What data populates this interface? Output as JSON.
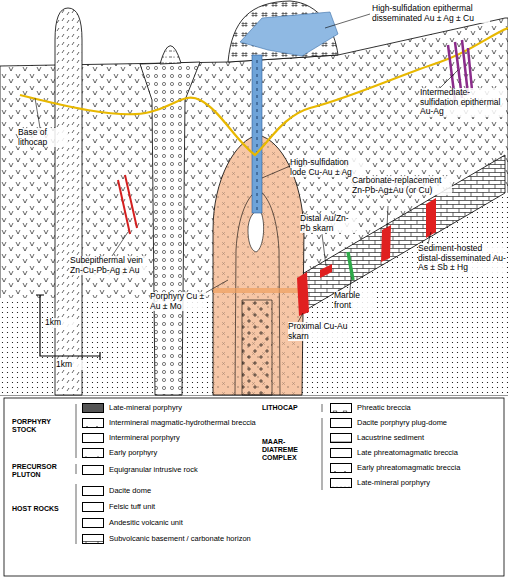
{
  "diagram": {
    "labels": [
      "High-sulfidation epithermal disseminated Au ± Ag ± Cu",
      "Intermediate-sulfidation epithermal Au-Ag",
      "Base of lithocap",
      "High-sulfidation lode Cu-Au ± Ag",
      "Carbonate-replacement Zn-Pb-Ag±Au (or Cu)",
      "Distal Au/Zn-Pb skarn",
      "Subepithermal vein Zn-Cu-Pb-Ag ± Au",
      "Marble front",
      "Sediment-hosted distal-disseminated Au-As ± Sb ± Hg",
      "Porphyry Cu ± Au ± Mo",
      "Proximal Cu-Au skarn",
      "1km",
      "1km",
      "PORPHYRY STOCK",
      "PRECURSOR PLUTON",
      "HOST ROCKS",
      "LITHOCAP",
      "MAAR-DIATREME COMPLEX"
    ],
    "legend": [
      {
        "text": "Late-mineral porphyry",
        "color": "#555555"
      },
      {
        "text": "Intermineral magmatic-hydrothermal breccia"
      },
      {
        "text": "Intermineral porphyry"
      },
      {
        "text": "Early porphyry"
      },
      {
        "text": "Equigranular intrusive rock"
      },
      {
        "text": "Dacite dome"
      },
      {
        "text": "Felsic tuff unit"
      },
      {
        "text": "Andesitic volcanic unit"
      },
      {
        "text": "Subvolcanic basement / carbonate horizon"
      },
      {
        "text": "Phreatic breccia"
      },
      {
        "text": "Dacite porphyry plug-dome"
      },
      {
        "text": "Lacustrine sediment"
      },
      {
        "text": "Late phreatomagmatic breccia"
      },
      {
        "text": "Early phreatomagmatic breccia"
      },
      {
        "text": "Late-mineral porphyry"
      }
    ]
  }
}
